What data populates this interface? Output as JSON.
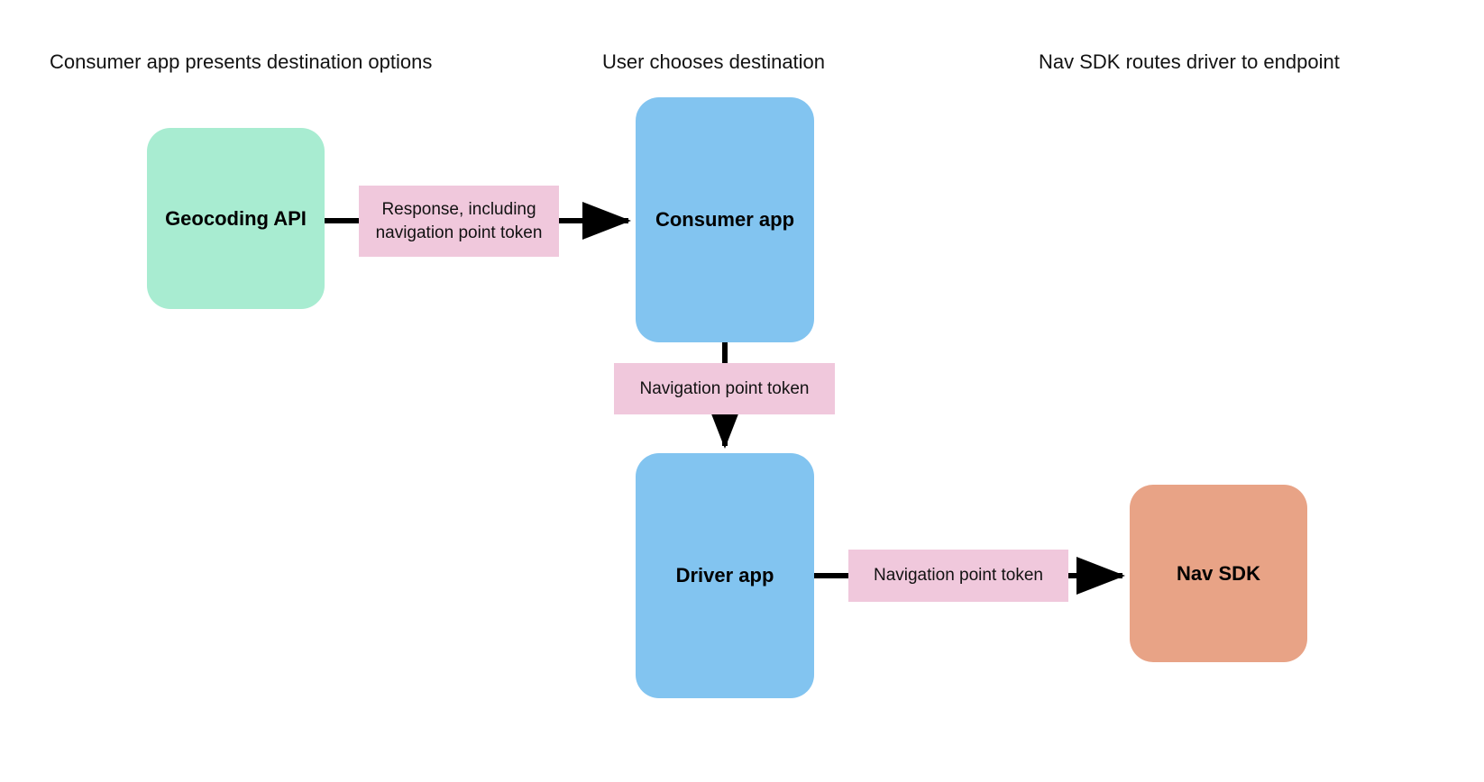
{
  "diagram": {
    "title_columns": [
      {
        "id": "consumer-column",
        "label": "Consumer app presents destination options"
      },
      {
        "id": "user-column",
        "label": "User chooses destination"
      },
      {
        "id": "navsdk-column",
        "label": "Nav SDK routes driver to endpoint"
      }
    ],
    "nodes": [
      {
        "id": "geocoding-api",
        "label": "Geocoding API",
        "color": "#a8ecd1"
      },
      {
        "id": "consumer-app",
        "label": "Consumer app",
        "color": "#82c4f0"
      },
      {
        "id": "driver-app",
        "label": "Driver app",
        "color": "#82c4f0"
      },
      {
        "id": "nav-sdk",
        "label": "Nav SDK",
        "color": "#e8a386"
      }
    ],
    "edge_labels": [
      {
        "id": "response-label",
        "label": "Response, including navigation point token",
        "color": "#f0c8dc"
      },
      {
        "id": "nav-token-middle",
        "label": "Navigation point token",
        "color": "#f0c8dc"
      },
      {
        "id": "nav-token-bottom",
        "label": "Navigation point token",
        "color": "#f0c8dc"
      }
    ],
    "edges": [
      {
        "id": "geocoding-to-consumer",
        "from": "geocoding-api",
        "to": "consumer-app",
        "direction": "right"
      },
      {
        "id": "consumer-to-driver",
        "from": "consumer-app",
        "to": "driver-app",
        "direction": "down"
      },
      {
        "id": "driver-to-navsdk",
        "from": "driver-app",
        "to": "nav-sdk",
        "direction": "right"
      }
    ],
    "colors": {
      "background": "#ffffff",
      "arrow": "#000000",
      "text": "#121212",
      "green": "#a8ecd1",
      "blue": "#82c4f0",
      "salmon": "#e8a386",
      "pink": "#f0c8dc"
    }
  }
}
